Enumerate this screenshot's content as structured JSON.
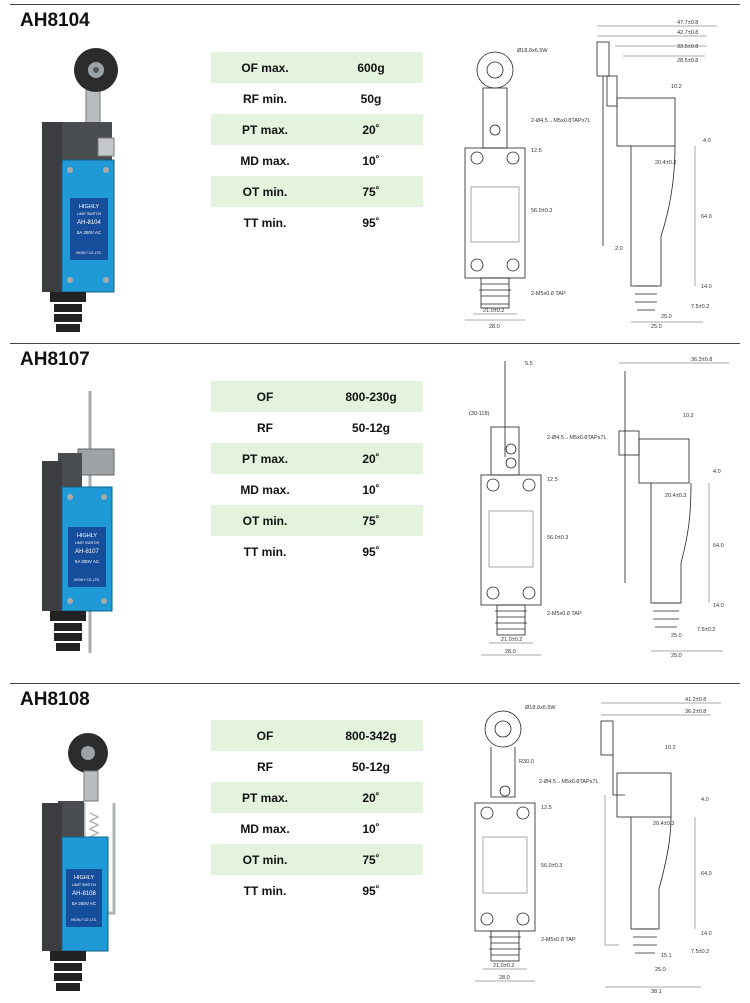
{
  "sections": [
    {
      "model": "AH8104",
      "specs": [
        {
          "label": "OF max.",
          "value": "600g"
        },
        {
          "label": "RF min.",
          "value": "50g"
        },
        {
          "label": "PT max.",
          "value": "20˚"
        },
        {
          "label": "MD max.",
          "value": "10˚"
        },
        {
          "label": "OT min.",
          "value": "75˚"
        },
        {
          "label": "TT min.",
          "value": "95˚"
        }
      ],
      "photo": {
        "brand": "HIGHLY",
        "subtitle": "LIMIT SWITCH",
        "model_label": "AH-8104",
        "rating": "5A 250V AC",
        "maker": "HIGHLY CO.,LTD."
      },
      "dims": {
        "roller": "Ø18.0x6.5W",
        "d1": "47.7±0.8",
        "d2": "42.7±0.8",
        "d3": "33.5±0.8",
        "d4": "28.5±0.8",
        "d5": "10.2",
        "d6": "4.0",
        "d7": "20.4±0.3",
        "d8": "12.5",
        "holes": "2-Ø4.5→M5x0.8TAPx7L",
        "d9": "56.0±0.3",
        "d10": "64.0",
        "d11": "2.0",
        "d12": "14.0",
        "tap": "2-M5x0.8 TAP",
        "d13": "7.5±0.2",
        "d14": "21.0±0.2",
        "d15": "25.0",
        "d16": "25.0",
        "d17": "28.0"
      }
    },
    {
      "model": "AH8107",
      "specs": [
        {
          "label": "OF",
          "value": "800-230g"
        },
        {
          "label": "RF",
          "value": "50-12g"
        },
        {
          "label": "PT max.",
          "value": "20˚"
        },
        {
          "label": "MD max.",
          "value": "10˚"
        },
        {
          "label": "OT min.",
          "value": "75˚"
        },
        {
          "label": "TT min.",
          "value": "95˚"
        }
      ],
      "photo": {
        "brand": "HIGHLY",
        "subtitle": "LIMIT SWITCH",
        "model_label": "AH-8107",
        "rating": "5A 250V AC",
        "maker": "HIGHLY CO.,LTD."
      },
      "dims": {
        "d1": "5.5",
        "d2": "(30-118)",
        "d3": "36.3±0.8",
        "d5": "10.2",
        "holes": "2-Ø4.5→M5x0.8TAPx7L",
        "d6": "4.0",
        "d7": "20.4±0.3",
        "d8": "12.5",
        "d9": "56.0±0.3",
        "d10": "64.0",
        "d12": "14.0",
        "tap": "2-M5x0.8 TAP",
        "d14": "21.0±0.2",
        "d15": "25.0",
        "d13": "7.5±0.2",
        "d17": "28.0",
        "d16": "25.0"
      }
    },
    {
      "model": "AH8108",
      "specs": [
        {
          "label": "OF",
          "value": "800-342g"
        },
        {
          "label": "RF",
          "value": "50-12g"
        },
        {
          "label": "PT max.",
          "value": "20˚"
        },
        {
          "label": "MD max.",
          "value": "10˚"
        },
        {
          "label": "OT min.",
          "value": "75˚"
        },
        {
          "label": "TT min.",
          "value": "95˚"
        }
      ],
      "photo": {
        "brand": "HIGHLY",
        "subtitle": "LIMIT SWITCH",
        "model_label": "AH-8108",
        "rating": "5A 250V AC",
        "maker": "HIGHLY CO.,LTD."
      },
      "dims": {
        "roller": "Ø18.0x6.5W",
        "d1": "41.2±0.8",
        "d2": "36.2±0.8",
        "d3": "R30.0",
        "holes": "2-Ø4.5→M5x0.8TAPx7L",
        "d5": "10.2",
        "d6": "4.0",
        "d7": "20.4±0.3",
        "d8": "12.5",
        "d9": "56.0±0.3",
        "d10": "64.0",
        "d12": "14.0",
        "tap": "2-M5x0.8 TAP",
        "d13": "7.5±0.2",
        "d18": "15.1",
        "d14": "21.0±0.2",
        "d15": "25.0",
        "d17": "28.0",
        "d16": "38.1"
      }
    }
  ]
}
